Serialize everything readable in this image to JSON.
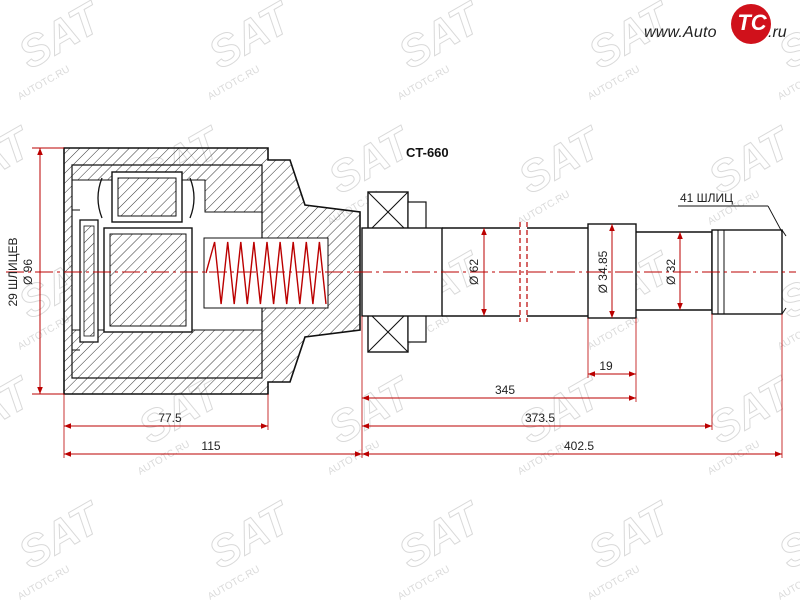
{
  "brand": {
    "logo_prefix": "www.Auto",
    "logo_mark": "TC",
    "logo_suffix": ".ru",
    "watermark_text": "AUTOTC.RU",
    "watermark_brand": "SAT",
    "accent_color": "#d0111b"
  },
  "part": {
    "code": "CT-660"
  },
  "labels": {
    "inner_splines": "29 ШЛИЦЕВ",
    "outer_splines": "41 ШЛИЦ"
  },
  "diameters": {
    "housing": "Ø 96",
    "shaft": "Ø 62",
    "seat": "Ø 34.85",
    "tip": "Ø 32"
  },
  "dimensions": {
    "d_19": "19",
    "d_345": "345",
    "d_373_5": "373.5",
    "d_402_5": "402.5",
    "d_77_5": "77.5",
    "d_115": "115"
  }
}
